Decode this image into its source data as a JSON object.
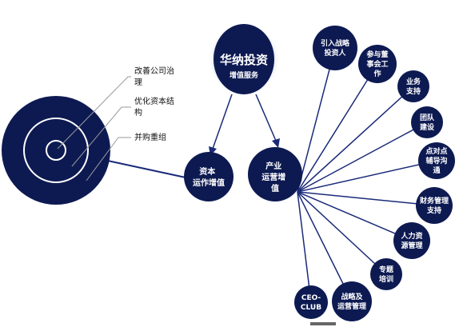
{
  "hub": {
    "title": "华纳投资",
    "subtitle": "增值服务"
  },
  "target_labels": [
    [
      "改善公司治",
      "理"
    ],
    [
      "优化资本结",
      "构"
    ],
    [
      "并购重组"
    ]
  ],
  "branches": {
    "capital": [
      "资本",
      "运作增值"
    ],
    "industry": [
      "产业",
      "运营增",
      "值"
    ]
  },
  "services": [
    [
      "引入战略",
      "投资人"
    ],
    [
      "参与董",
      "事会工",
      "作"
    ],
    [
      "业务",
      "支持"
    ],
    [
      "团队",
      "建设"
    ],
    [
      "点对点",
      "辅导沟",
      "通"
    ],
    [
      "财务管理",
      "支持"
    ],
    [
      "人力资",
      "源管理"
    ],
    [
      "专题",
      "培训"
    ],
    [
      "战略及",
      "运营管理"
    ],
    [
      "CEO-",
      "CLUB"
    ]
  ],
  "colors": {
    "node": "#0d1a52",
    "line": "#1a2a78",
    "glow": "#b6c6e8",
    "callout": "#9a9a9a",
    "accent_bar": "#666666"
  }
}
